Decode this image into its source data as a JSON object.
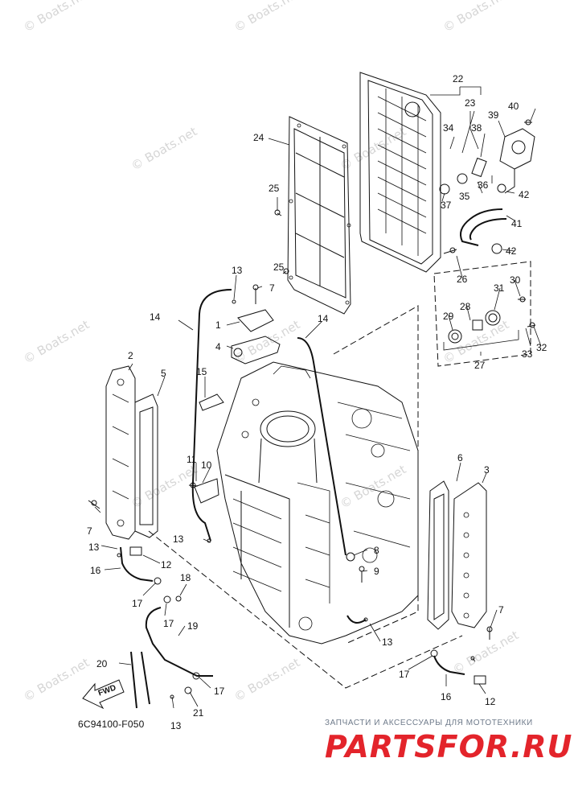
{
  "watermarks": [
    "© Boats.net",
    "© Boats.net",
    "© Boats.net",
    "© Boats.net",
    "© Boats.net",
    "© Boats.net",
    "© Boats.net",
    "© Boats.net",
    "© Boats.net",
    "© Boats.net",
    "© Boats.net",
    "© Boats.net",
    "© Boats.net"
  ],
  "callouts": [
    "1",
    "2",
    "3",
    "4",
    "5",
    "6",
    "7",
    "7",
    "7",
    "7",
    "8",
    "9",
    "10",
    "11",
    "12",
    "12",
    "13",
    "13",
    "13",
    "13",
    "13",
    "14",
    "14",
    "15",
    "16",
    "16",
    "17",
    "17",
    "17",
    "17",
    "18",
    "19",
    "20",
    "21",
    "22",
    "23",
    "24",
    "25",
    "25",
    "26",
    "27",
    "28",
    "29",
    "30",
    "31",
    "32",
    "33",
    "34",
    "35",
    "36",
    "37",
    "38",
    "39",
    "40",
    "41",
    "42",
    "42"
  ],
  "fwd_label": "FWD",
  "diagram_code": "6C94100-F050",
  "vendor": {
    "tagline": "ЗАПЧАСТИ И АКСЕССУАРЫ ДЛЯ МОТОТЕХНИКИ",
    "logo": "PARTSFOR.RU"
  },
  "colors": {
    "line": "#111111",
    "watermark": "#d6d6d6",
    "logo": "#e3242b"
  }
}
